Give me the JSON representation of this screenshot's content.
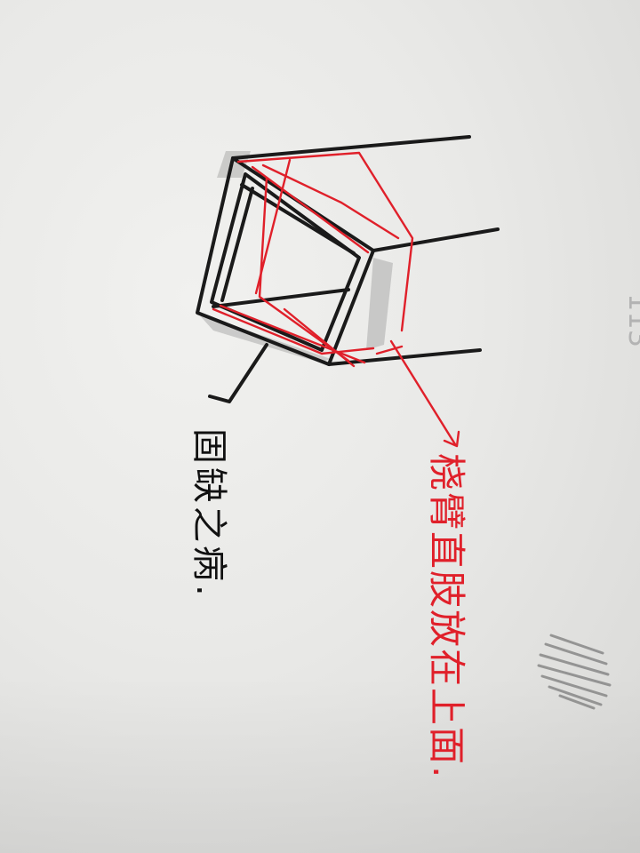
{
  "annotations": {
    "black_note": "固缺之病.",
    "red_note": "桡臂直肢放在上面."
  },
  "page_number": "113",
  "colors": {
    "paper": "#ececea",
    "ink_black": "#111111",
    "ink_red": "#e0202a",
    "pencil": "#8a8a8a"
  }
}
